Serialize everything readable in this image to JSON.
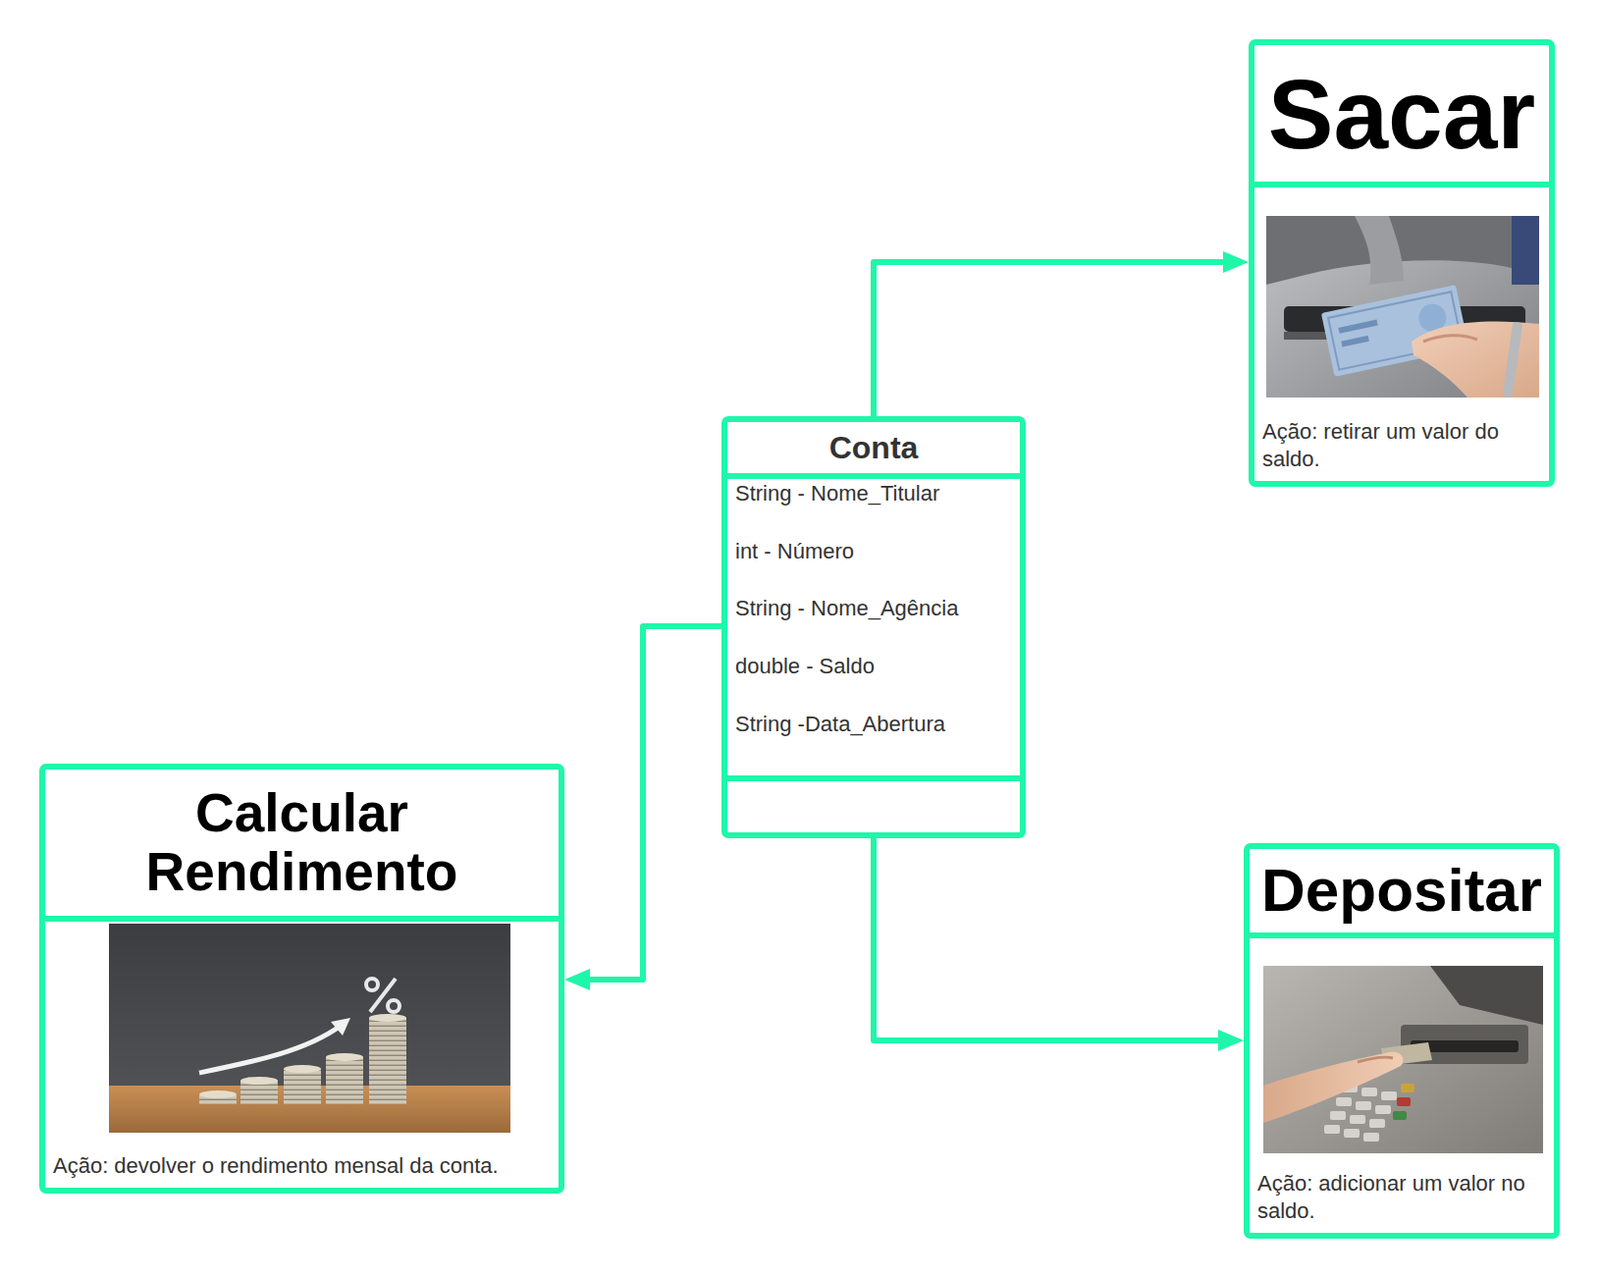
{
  "diagram": {
    "nodes": [
      {
        "text": [
          "Sacar",
          "Ação: retirar um valor do saldo."
        ]
      },
      {
        "text": [
          "Conta",
          "String - Nome_Titular",
          "int - Número",
          "String - Nome_Agência",
          "double - Saldo",
          "String -Data_Abertura"
        ]
      },
      {
        "text": [
          "Calcular Rendimento",
          "Ação: devolver o rendimento mensal da conta."
        ]
      },
      {
        "text": [
          "Depositar",
          "Ação: adicionar um valor no saldo."
        ]
      }
    ],
    "edges": [
      {
        "from": 1,
        "to": 0,
        "arrow": "to"
      },
      {
        "from": 1,
        "to": 3,
        "arrow": "to"
      },
      {
        "from": 1,
        "to": 2,
        "arrow": "to"
      }
    ]
  }
}
